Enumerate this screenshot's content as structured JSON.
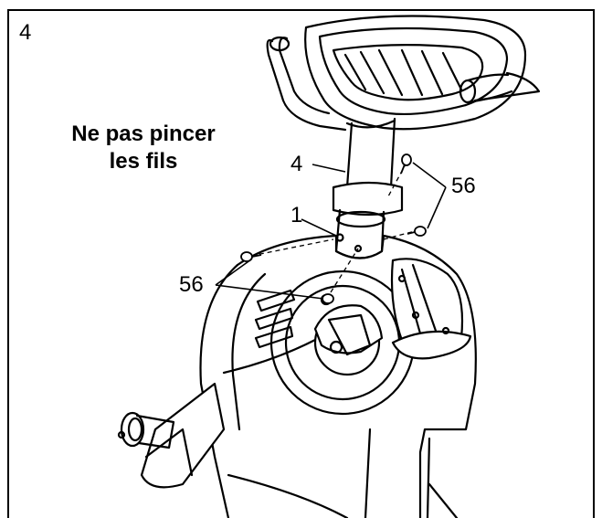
{
  "step_number": "4",
  "warning": {
    "line1": "Ne pas pincer",
    "line2": "les fils"
  },
  "callouts": {
    "post": "4",
    "frame": "1",
    "screws_right": "56",
    "screws_left": "56"
  }
}
